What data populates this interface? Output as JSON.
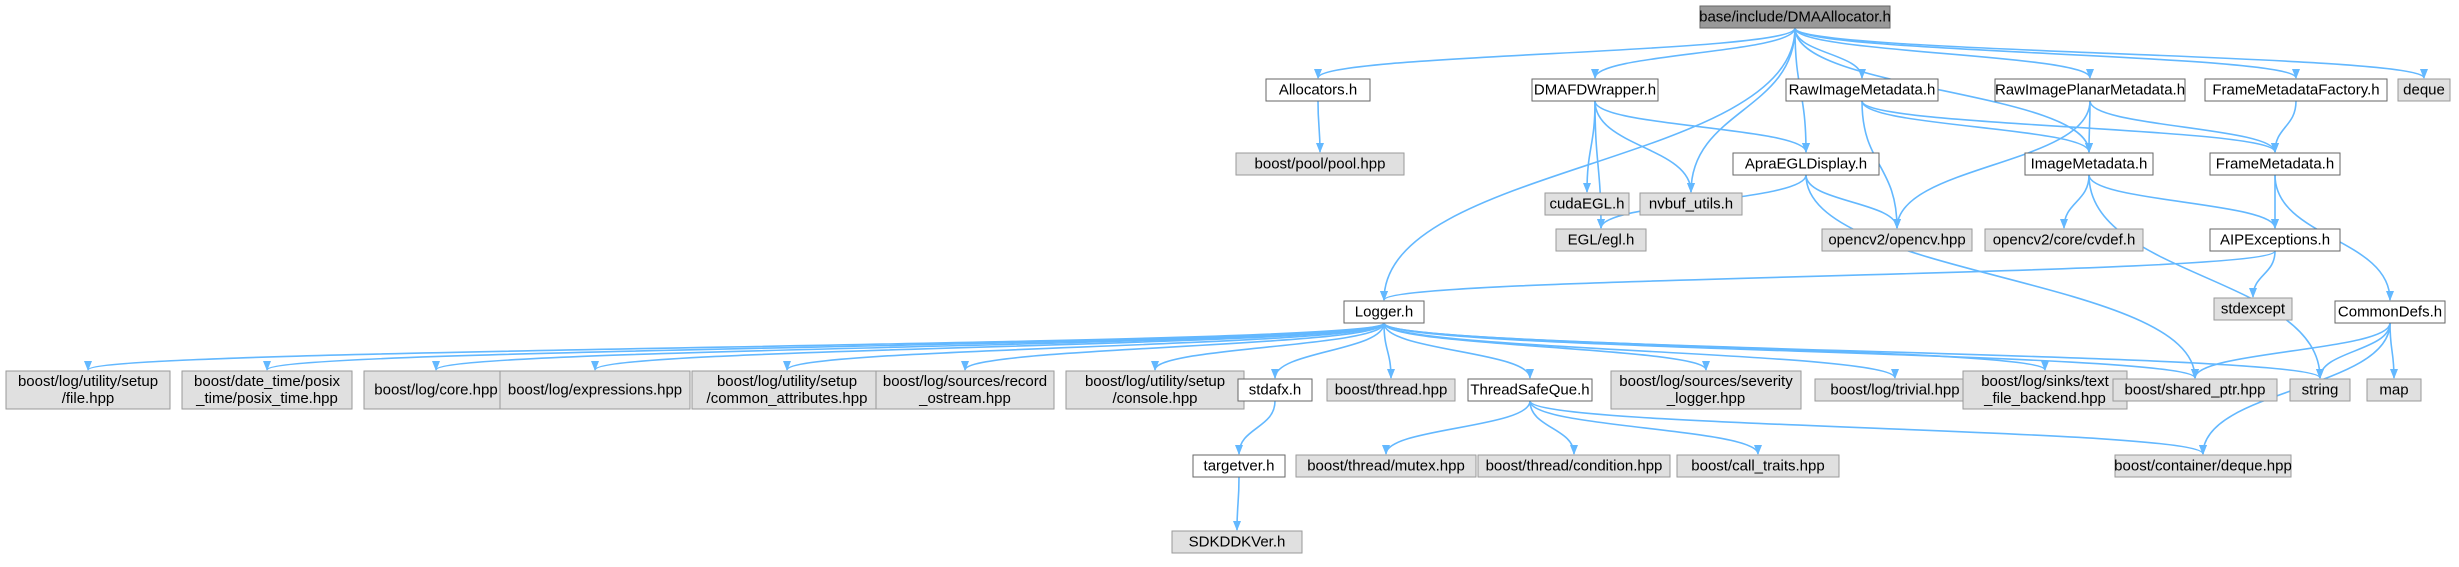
{
  "colors": {
    "edge": "#63B8FF",
    "root_fill": "#999999",
    "root_stroke": "#666666",
    "project_fill": "#FFFFFF",
    "project_stroke": "#666666",
    "external_fill": "#E0E0E0",
    "external_stroke": "#999999"
  },
  "nodes": [
    {
      "id": "root",
      "lines": [
        "base/include/DMAAllocator.h"
      ],
      "kind": "root"
    },
    {
      "id": "allocators",
      "lines": [
        "Allocators.h"
      ],
      "kind": "project"
    },
    {
      "id": "dmafd",
      "lines": [
        "DMAFDWrapper.h"
      ],
      "kind": "project"
    },
    {
      "id": "rawimg",
      "lines": [
        "RawImageMetadata.h"
      ],
      "kind": "project"
    },
    {
      "id": "rawplanar",
      "lines": [
        "RawImagePlanarMetadata.h"
      ],
      "kind": "project"
    },
    {
      "id": "frfactory",
      "lines": [
        "FrameMetadataFactory.h"
      ],
      "kind": "project"
    },
    {
      "id": "deque",
      "lines": [
        "deque"
      ],
      "kind": "external"
    },
    {
      "id": "pool",
      "lines": [
        "boost/pool/pool.hpp"
      ],
      "kind": "external"
    },
    {
      "id": "cudaegl",
      "lines": [
        "cudaEGL.h"
      ],
      "kind": "external"
    },
    {
      "id": "nvbuf",
      "lines": [
        "nvbuf_utils.h"
      ],
      "kind": "external"
    },
    {
      "id": "apraegl",
      "lines": [
        "ApraEGLDisplay.h"
      ],
      "kind": "project"
    },
    {
      "id": "imgmeta",
      "lines": [
        "ImageMetadata.h"
      ],
      "kind": "project"
    },
    {
      "id": "frmeta",
      "lines": [
        "FrameMetadata.h"
      ],
      "kind": "project"
    },
    {
      "id": "egl",
      "lines": [
        "EGL/egl.h"
      ],
      "kind": "external"
    },
    {
      "id": "opencv",
      "lines": [
        "opencv2/opencv.hpp"
      ],
      "kind": "external"
    },
    {
      "id": "cvdef",
      "lines": [
        "opencv2/core/cvdef.h"
      ],
      "kind": "external"
    },
    {
      "id": "aipexc",
      "lines": [
        "AIPExceptions.h"
      ],
      "kind": "project"
    },
    {
      "id": "stdexcept",
      "lines": [
        "stdexcept"
      ],
      "kind": "external"
    },
    {
      "id": "commondefs",
      "lines": [
        "CommonDefs.h"
      ],
      "kind": "project"
    },
    {
      "id": "logger",
      "lines": [
        "Logger.h"
      ],
      "kind": "project"
    },
    {
      "id": "b_setup_file",
      "lines": [
        "boost/log/utility/setup",
        "/file.hpp"
      ],
      "kind": "external"
    },
    {
      "id": "b_posix",
      "lines": [
        "boost/date_time/posix",
        "_time/posix_time.hpp"
      ],
      "kind": "external"
    },
    {
      "id": "b_core",
      "lines": [
        "boost/log/core.hpp"
      ],
      "kind": "external"
    },
    {
      "id": "b_expr",
      "lines": [
        "boost/log/expressions.hpp"
      ],
      "kind": "external"
    },
    {
      "id": "b_common",
      "lines": [
        "boost/log/utility/setup",
        "/common_attributes.hpp"
      ],
      "kind": "external"
    },
    {
      "id": "b_record",
      "lines": [
        "boost/log/sources/record",
        "_ostream.hpp"
      ],
      "kind": "external"
    },
    {
      "id": "b_console",
      "lines": [
        "boost/log/utility/setup",
        "/console.hpp"
      ],
      "kind": "external"
    },
    {
      "id": "stdafx",
      "lines": [
        "stdafx.h"
      ],
      "kind": "project"
    },
    {
      "id": "b_thread",
      "lines": [
        "boost/thread.hpp"
      ],
      "kind": "external"
    },
    {
      "id": "tsque",
      "lines": [
        "ThreadSafeQue.h"
      ],
      "kind": "project"
    },
    {
      "id": "b_severity",
      "lines": [
        "boost/log/sources/severity",
        "_logger.hpp"
      ],
      "kind": "external"
    },
    {
      "id": "b_trivial",
      "lines": [
        "boost/log/trivial.hpp"
      ],
      "kind": "external"
    },
    {
      "id": "b_textfile",
      "lines": [
        "boost/log/sinks/text",
        "_file_backend.hpp"
      ],
      "kind": "external"
    },
    {
      "id": "b_shared",
      "lines": [
        "boost/shared_ptr.hpp"
      ],
      "kind": "external"
    },
    {
      "id": "string",
      "lines": [
        "string"
      ],
      "kind": "external"
    },
    {
      "id": "map",
      "lines": [
        "map"
      ],
      "kind": "external"
    },
    {
      "id": "targetver",
      "lines": [
        "targetver.h"
      ],
      "kind": "project"
    },
    {
      "id": "sdkddk",
      "lines": [
        "SDKDDKVer.h"
      ],
      "kind": "external"
    },
    {
      "id": "b_mutex",
      "lines": [
        "boost/thread/mutex.hpp"
      ],
      "kind": "external"
    },
    {
      "id": "b_cond",
      "lines": [
        "boost/thread/condition.hpp"
      ],
      "kind": "external"
    },
    {
      "id": "b_calltraits",
      "lines": [
        "boost/call_traits.hpp"
      ],
      "kind": "external"
    },
    {
      "id": "b_cdeque",
      "lines": [
        "boost/container/deque.hpp"
      ],
      "kind": "external"
    }
  ],
  "edges": [
    [
      "root",
      "allocators"
    ],
    [
      "root",
      "dmafd"
    ],
    [
      "root",
      "rawimg"
    ],
    [
      "root",
      "rawplanar"
    ],
    [
      "root",
      "frfactory"
    ],
    [
      "root",
      "deque"
    ],
    [
      "root",
      "nvbuf"
    ],
    [
      "root",
      "apraegl"
    ],
    [
      "root",
      "imgmeta"
    ],
    [
      "root",
      "logger"
    ],
    [
      "allocators",
      "pool"
    ],
    [
      "dmafd",
      "cudaegl"
    ],
    [
      "dmafd",
      "nvbuf"
    ],
    [
      "dmafd",
      "apraegl"
    ],
    [
      "dmafd",
      "egl"
    ],
    [
      "rawimg",
      "imgmeta"
    ],
    [
      "rawimg",
      "frmeta"
    ],
    [
      "rawimg",
      "opencv"
    ],
    [
      "rawplanar",
      "imgmeta"
    ],
    [
      "rawplanar",
      "frmeta"
    ],
    [
      "rawplanar",
      "opencv"
    ],
    [
      "frfactory",
      "frmeta"
    ],
    [
      "apraegl",
      "egl"
    ],
    [
      "apraegl",
      "opencv"
    ],
    [
      "apraegl",
      "b_shared"
    ],
    [
      "imgmeta",
      "cvdef"
    ],
    [
      "imgmeta",
      "aipexc"
    ],
    [
      "imgmeta",
      "string"
    ],
    [
      "frmeta",
      "aipexc"
    ],
    [
      "frmeta",
      "commondefs"
    ],
    [
      "aipexc",
      "stdexcept"
    ],
    [
      "aipexc",
      "logger"
    ],
    [
      "commondefs",
      "b_shared"
    ],
    [
      "commondefs",
      "string"
    ],
    [
      "commondefs",
      "map"
    ],
    [
      "commondefs",
      "b_cdeque"
    ],
    [
      "logger",
      "b_setup_file"
    ],
    [
      "logger",
      "b_posix"
    ],
    [
      "logger",
      "b_core"
    ],
    [
      "logger",
      "b_expr"
    ],
    [
      "logger",
      "b_common"
    ],
    [
      "logger",
      "b_record"
    ],
    [
      "logger",
      "b_console"
    ],
    [
      "logger",
      "stdafx"
    ],
    [
      "logger",
      "b_thread"
    ],
    [
      "logger",
      "tsque"
    ],
    [
      "logger",
      "b_severity"
    ],
    [
      "logger",
      "b_trivial"
    ],
    [
      "logger",
      "b_textfile"
    ],
    [
      "logger",
      "b_shared"
    ],
    [
      "logger",
      "string"
    ],
    [
      "stdafx",
      "targetver"
    ],
    [
      "targetver",
      "sdkddk"
    ],
    [
      "tsque",
      "b_mutex"
    ],
    [
      "tsque",
      "b_cond"
    ],
    [
      "tsque",
      "b_calltraits"
    ],
    [
      "tsque",
      "b_cdeque"
    ]
  ]
}
